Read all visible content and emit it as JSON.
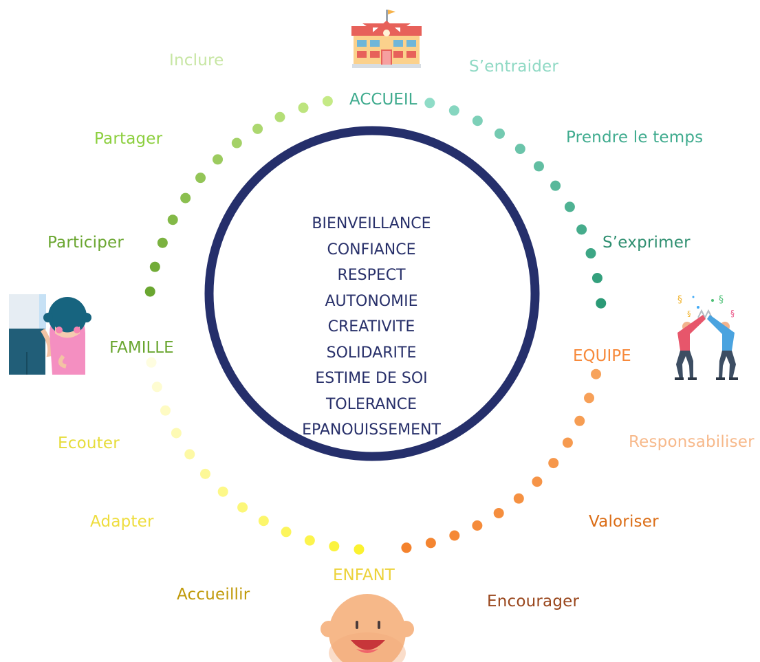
{
  "poles": {
    "accueil": "ACCUEIL",
    "equipe": "EQUIPE",
    "enfant": "ENFANT",
    "famille": "FAMILLE"
  },
  "center_values": [
    "BIENVEILLANCE",
    "CONFIANCE",
    "RESPECT",
    "AUTONOMIE",
    "CREATIVITE",
    "SOLIDARITE",
    "ESTIME DE SOI",
    "TOLERANCE",
    "EPANOUISSEMENT"
  ],
  "verbs": {
    "inclure": "Inclure",
    "sentraider": "S’entraider",
    "partager": "Partager",
    "prendre_le_temps": "Prendre le temps",
    "participer": "Participer",
    "sexprimer": "S’exprimer",
    "responsabiliser": "Responsabiliser",
    "ecouter": "Ecouter",
    "adapter": "Adapter",
    "valoriser": "Valoriser",
    "accueillir": "Accueillir",
    "encourager": "Encourager"
  },
  "colors": {
    "ring": "#252f6b",
    "accueil_pole": "#3fab8e",
    "equipe_pole": "#f7893a",
    "enfant_pole": "#ecd23a",
    "famille_pole": "#6aa630",
    "inclure": "#c7e6a3",
    "sentraider": "#8fd9c4",
    "partager": "#8ccf3e",
    "prendre_le_temps": "#3fab8e",
    "participer": "#6aa630",
    "sexprimer": "#2f8f70",
    "responsabiliser": "#f7b98b",
    "ecouter": "#e6dc3a",
    "adapter": "#eedd3e",
    "valoriser": "#db6d16",
    "accueillir": "#c09a0a",
    "encourager": "#99461c"
  },
  "icons": {
    "school": "school-building-icon",
    "team": "high-five-team-icon",
    "child": "baby-face-icon",
    "family": "parent-and-child-icon"
  }
}
